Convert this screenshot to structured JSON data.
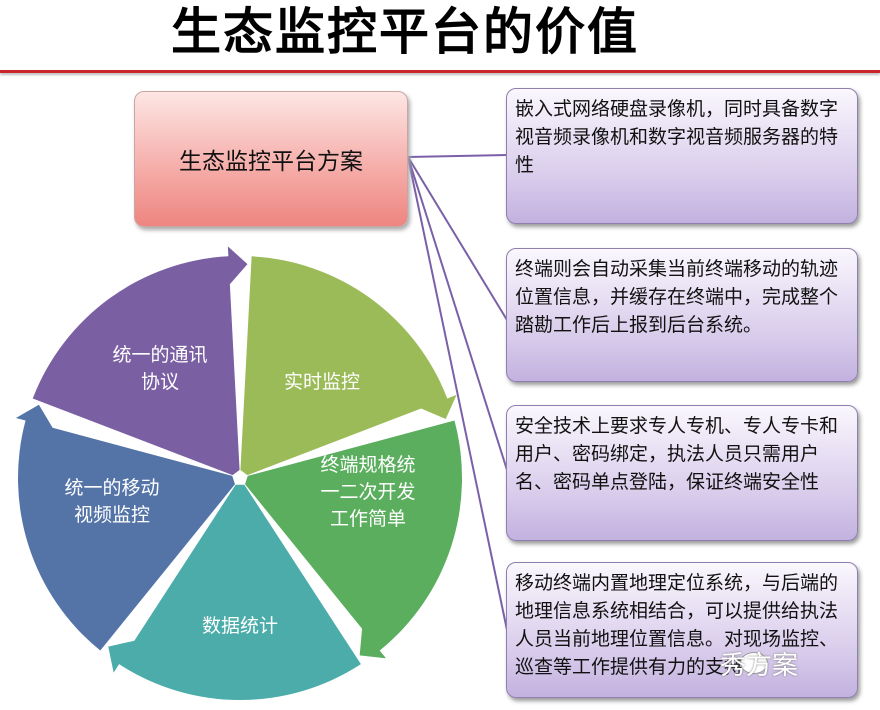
{
  "title": "生态监控平台的价值",
  "source_box": "生态监控平台方案",
  "features": [
    "嵌入式网络硬盘录像机，同时具备数字视音频录像机和数字视音频服务器的特性",
    "终端则会自动采集当前终端移动的轨迹位置信息，并缓存在终端中，完成整个踏勘工作后上报到后台系统。",
    "安全技术上要求专人专机、专人专卡和用户、密码绑定，执法人员只需用户名、密码单点登陆，保证终端安全性",
    "移动终端内置地理定位系统，与后端的地理信息系统相结合，可以提供给执法人员当前地理位置信息。对现场监控、巡查等工作提供有力的支持"
  ],
  "cycle": [
    {
      "lines": [
        "实时监控"
      ],
      "color": "#9bbb59"
    },
    {
      "lines": [
        "终端规格统",
        "一二次开发",
        "工作简单"
      ],
      "color": "#5aae5e"
    },
    {
      "lines": [
        "数据统计"
      ],
      "color": "#4bacaa"
    },
    {
      "lines": [
        "统一的移动",
        "视频监控"
      ],
      "color": "#5474a8"
    },
    {
      "lines": [
        "统一的通讯",
        "协议"
      ],
      "color": "#7a5fa3"
    }
  ],
  "watermark": "秀方案",
  "connector_color": "#7a60a8"
}
